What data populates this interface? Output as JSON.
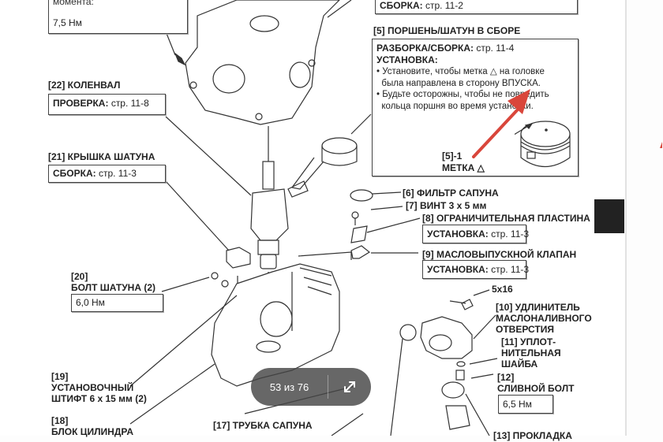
{
  "viewer": {
    "page_counter": "53 из 76",
    "expand_icon": "expand-arrows-icon"
  },
  "top_left_box": {
    "partial_text": "момента:",
    "torque": "7,5 Нм"
  },
  "top_right_box": {
    "label": "СБОРКА:",
    "value": "стр. 11-2"
  },
  "piston": {
    "title": "[5] ПОРШЕНЬ/ШАТУН В СБОРЕ",
    "line1_label": "РАЗБОРКА/СБОРКА:",
    "line1_value": "стр. 11-4",
    "install_label": "УСТАНОВКА:",
    "bullet1_a": "• Установите, чтобы метка △ на головке",
    "bullet1_b": "  была направлена в сторону ВПУСКА.",
    "bullet2_a": "• Будьте осторожны, чтобы не повредить",
    "bullet2_b": "  кольца поршня во время установки.",
    "mark_ref": "[5]-1",
    "mark_label": "МЕТКА △"
  },
  "parts": {
    "p22": {
      "title": "[22] КОЛЕНВАЛ",
      "label": "ПРОВЕРКА:",
      "value": "стр. 11-8"
    },
    "p21": {
      "title": "[21] КРЫШКА ШАТУНА",
      "label": "СБОРКА:",
      "value": "стр. 11-3"
    },
    "p20": {
      "ref": "[20]",
      "title": "БОЛТ ШАТУНА (2)",
      "torque": "6,0 Нм"
    },
    "p19": {
      "ref": "[19]",
      "title1": "УСТАНОВОЧНЫЙ",
      "title2": "ШТИФТ 6 x 15 мм (2)"
    },
    "p18": {
      "ref": "[18]",
      "title": "БЛОК ЦИЛИНДРА"
    },
    "p17": {
      "title": "[17] ТРУБКА САПУНА"
    },
    "p6": {
      "title": "[6] ФИЛЬТР САПУНА"
    },
    "p7": {
      "title": "[7] ВИНТ 3 x 5 мм"
    },
    "p8": {
      "title": "[8] ОГРАНИЧИТЕЛЬНАЯ ПЛАСТИНА",
      "label": "УСТАНОВКА:",
      "value": "стр. 11-3"
    },
    "p9": {
      "title": "[9] МАСЛОВЫПУСКНОЙ  КЛАПАН",
      "label": "УСТАНОВКА:",
      "value": "стр. 11-3"
    },
    "bolt": {
      "title": "5x16"
    },
    "p10": {
      "title1": "[10] УДЛИНИТЕЛЬ",
      "title2": "МАСЛОНАЛИВНОГО",
      "title3": "ОТВЕРСТИЯ"
    },
    "p11": {
      "title1": "[11] УПЛОТ-",
      "title2": "НИТЕЛЬНАЯ",
      "title3": "ШАЙБА"
    },
    "p12": {
      "ref": "[12]",
      "title": "СЛИВНОЙ БОЛТ",
      "torque": "6,5 Нм"
    },
    "p13": {
      "title": "[13] ПРОКЛАДКА"
    }
  },
  "colors": {
    "annotation_arrow": "#d9463b",
    "pager_bg": "#464646"
  }
}
